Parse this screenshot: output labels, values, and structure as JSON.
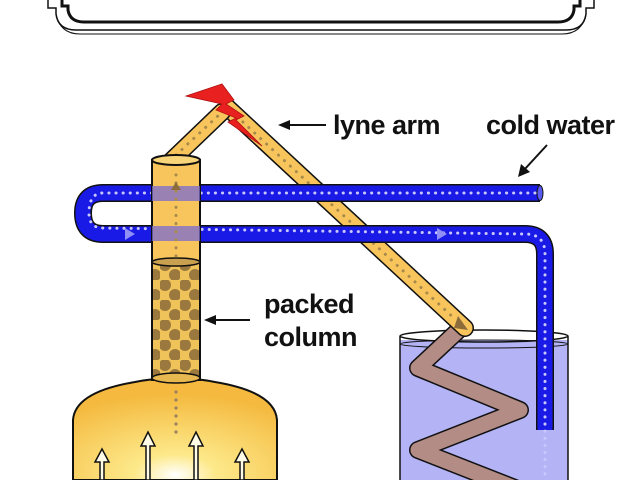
{
  "diagram": {
    "type": "distillation apparatus",
    "labels": {
      "lyne_arm": "lyne arm",
      "cold_water": "cold water",
      "packed_column_line1": "packed",
      "packed_column_line2": "column"
    },
    "components": [
      "title-frame",
      "pot-still-boiler",
      "packed-column",
      "lyne-arm",
      "heat-flash",
      "cold-water-pipe",
      "condenser-coil",
      "water-bath"
    ],
    "colors": {
      "copper_yellow": "#f7c55c",
      "pot_yellow": "#f6c04a",
      "cold_water_blue": "#1a1ae6",
      "water_bath": "#b3b3f5",
      "coil_brown": "#b08a8a",
      "packing_brown": "#8a6a3a",
      "flash_red": "#e82020",
      "outline": "#111111"
    }
  }
}
